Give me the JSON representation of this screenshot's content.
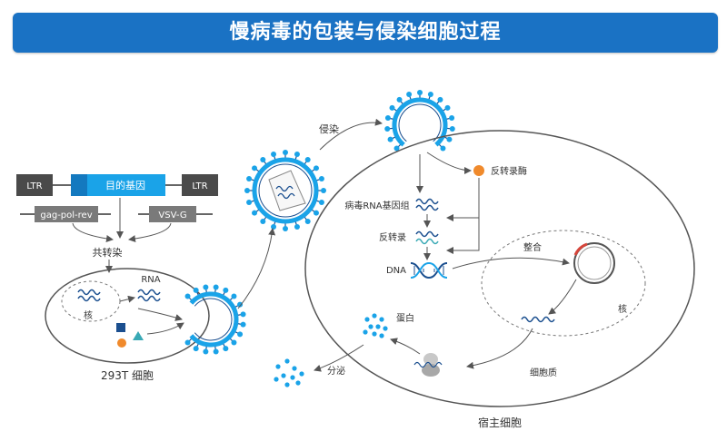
{
  "title": "慢病毒的包装与侵染细胞过程",
  "plasmid": {
    "ltr_left": "LTR",
    "gene": "目的基因",
    "ltr_right": "LTR",
    "gag": "gag-pol-rev",
    "vsvg": "VSV-G",
    "cotransfection": "共转染"
  },
  "producer_cell": {
    "rna": "RNA",
    "nucleus": "核",
    "label": "293T 细胞"
  },
  "host": {
    "infection": "侵染",
    "reverse_transcriptase": "反转录酶",
    "viral_genome": "病毒RNA基因组",
    "reverse_transcription": "反转录",
    "dna": "DNA",
    "integration": "整合",
    "nucleus": "核",
    "protein": "蛋白",
    "secretion": "分泌",
    "cytoplasm": "细胞质",
    "label": "宿主细胞"
  },
  "colors": {
    "title_bg": "#1a72c4",
    "virus_blue": "#1aa3e8",
    "dark_blue": "#1b4f8f",
    "orange": "#f08a2c",
    "teal": "#39a9b5",
    "red": "#d6453b",
    "gray": "#7a7a7a",
    "dark_gray": "#4a4a4a"
  }
}
